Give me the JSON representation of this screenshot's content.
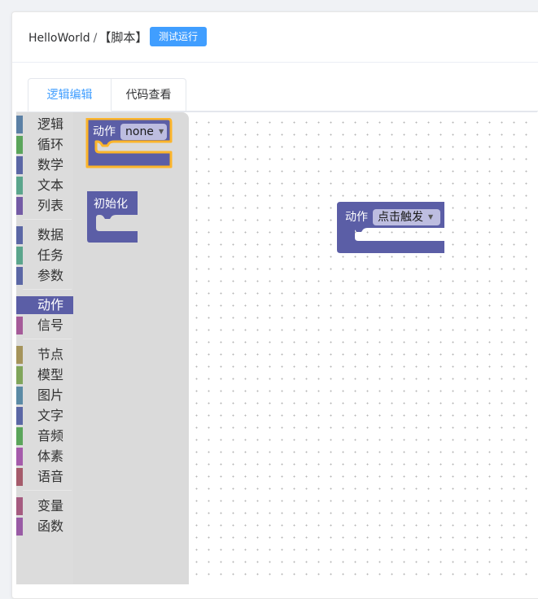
{
  "breadcrumb": {
    "project": "HelloWorld",
    "separator": "/",
    "page": "【脚本】"
  },
  "run_button": "测试运行",
  "tabs": [
    {
      "label": "逻辑编辑",
      "active": true
    },
    {
      "label": "代码查看",
      "active": false
    }
  ],
  "toolbox": {
    "categories": [
      {
        "label": "逻辑",
        "color": "#5b80a5"
      },
      {
        "label": "循环",
        "color": "#5ba55b"
      },
      {
        "label": "数学",
        "color": "#5b67a5"
      },
      {
        "label": "文本",
        "color": "#5ba58c"
      },
      {
        "label": "列表",
        "color": "#745ba5"
      },
      {
        "label": "数据",
        "color": "#5b67a5"
      },
      {
        "label": "任务",
        "color": "#5ba58c"
      },
      {
        "label": "参数",
        "color": "#5b67a5"
      },
      {
        "label": "动作",
        "color": "#5b5ea6",
        "selected": true
      },
      {
        "label": "信号",
        "color": "#a55b99"
      },
      {
        "label": "节点",
        "color": "#a5945b"
      },
      {
        "label": "模型",
        "color": "#80a55b"
      },
      {
        "label": "图片",
        "color": "#5b8aa5"
      },
      {
        "label": "文字",
        "color": "#5b67a5"
      },
      {
        "label": "音频",
        "color": "#5ba55b"
      },
      {
        "label": "体素",
        "color": "#a55bab"
      },
      {
        "label": "语音",
        "color": "#a55b6b"
      },
      {
        "label": "变量",
        "color": "#a55b80"
      },
      {
        "label": "函数",
        "color": "#995ba5"
      }
    ]
  },
  "blocks": {
    "flyout_action": {
      "label": "动作",
      "value": "none"
    },
    "flyout_init": {
      "label": "初始化"
    },
    "workspace_action": {
      "label": "动作",
      "value": "点击触发"
    }
  },
  "colors": {
    "accent": "#409eff",
    "block": "#5b5ea6",
    "highlight": "#fcb52b"
  }
}
